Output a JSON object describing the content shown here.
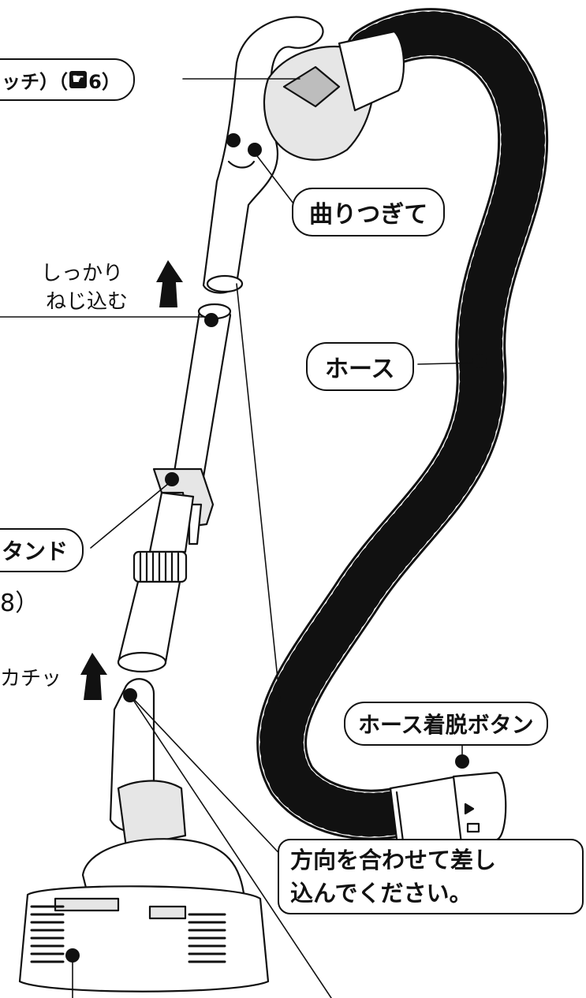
{
  "labels": {
    "handle": "ッチ）（",
    "handle_ref": "6）",
    "handle_icon": "pointing-hand-icon",
    "bend_joint": "曲りつぎて",
    "screw_line1": "しっかり",
    "screw_line2": "ねじ込む",
    "hose": "ホース",
    "stand": "タンド",
    "stand_ref": "8）",
    "click": "カチッ",
    "hose_release": "ホース着脱ボタン",
    "insert_line1": "方向を合わせて差し",
    "insert_line2": "込んでください。"
  },
  "colors": {
    "ink": "#111111",
    "paper": "#ffffff",
    "highlight": "#d6d6d6"
  }
}
